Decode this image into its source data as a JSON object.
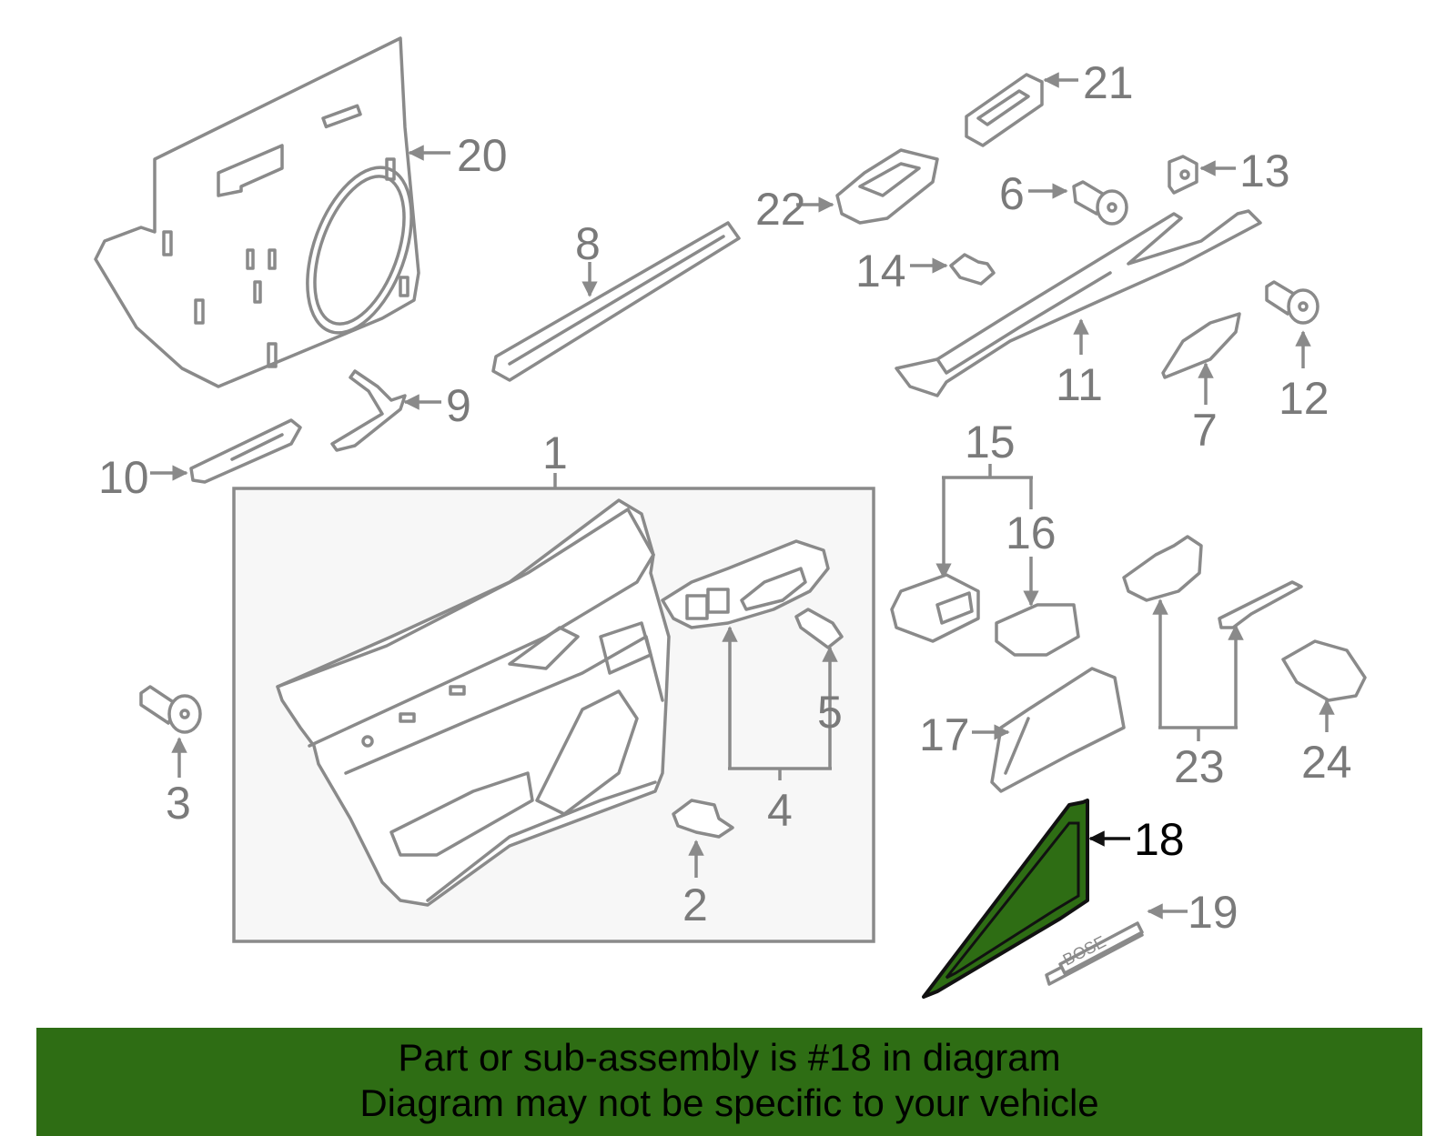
{
  "highlight_color": "#2e6d14",
  "callouts": {
    "n1": "1",
    "n2": "2",
    "n3": "3",
    "n4": "4",
    "n5": "5",
    "n6": "6",
    "n7": "7",
    "n8": "8",
    "n9": "9",
    "n10": "10",
    "n11": "11",
    "n12": "12",
    "n13": "13",
    "n14": "14",
    "n15": "15",
    "n16": "16",
    "n17": "17",
    "n18": "18",
    "n19": "19",
    "n20": "20",
    "n21": "21",
    "n22": "22",
    "n23": "23",
    "n24": "24"
  },
  "emblem_text": "BOSE",
  "banner": {
    "line1": "Part or sub-assembly is #18 in diagram",
    "line2": "Diagram may not be specific to your vehicle"
  }
}
